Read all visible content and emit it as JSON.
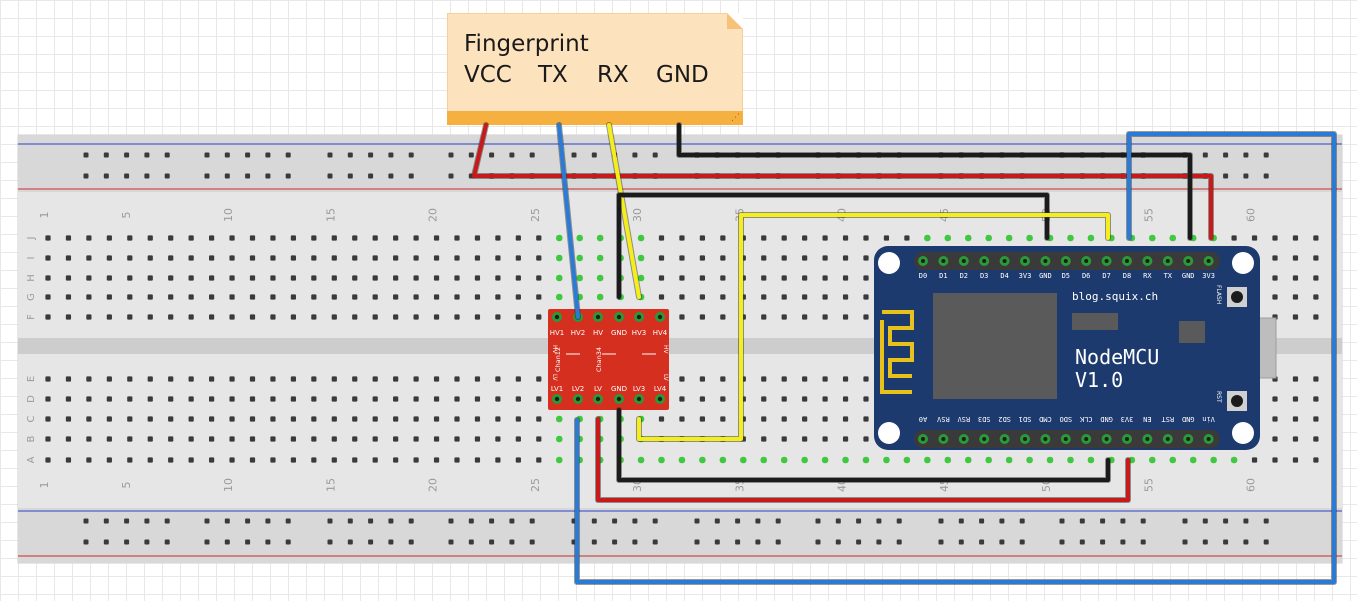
{
  "note": {
    "title": "Fingerprint",
    "pins": [
      "VCC",
      "TX",
      "RX",
      "GND"
    ]
  },
  "breadboard": {
    "column_numbers": [
      "1",
      "5",
      "10",
      "15",
      "20",
      "25",
      "30",
      "35",
      "40",
      "45",
      "50",
      "55",
      "60"
    ],
    "row_letters_top": [
      "J",
      "I",
      "H",
      "G",
      "F"
    ],
    "row_letters_bottom": [
      "E",
      "D",
      "C",
      "B",
      "A"
    ]
  },
  "level_shifter": {
    "top_labels": [
      "HV1",
      "HV2",
      "HV",
      "GND",
      "HV3",
      "HV4"
    ],
    "bottom_labels": [
      "LV1",
      "LV2",
      "LV",
      "GND",
      "LV3",
      "LV4"
    ],
    "side_top": "HV",
    "side_bottom": "LV",
    "channel_labels": [
      "Chan12",
      "Chan34"
    ],
    "color": "#d42f1f"
  },
  "nodemcu": {
    "top_pins": [
      "D0",
      "D1",
      "D2",
      "D3",
      "D4",
      "3V3",
      "GND",
      "D5",
      "D6",
      "D7",
      "D8",
      "RX",
      "TX",
      "GND",
      "3V3"
    ],
    "bottom_pins": [
      "A0",
      "RSV",
      "RSV",
      "SD3",
      "SD2",
      "SD1",
      "CMD",
      "SDO",
      "CLK",
      "GND",
      "3V3",
      "EN",
      "RST",
      "GND",
      "Vin"
    ],
    "site": "blog.squix.ch",
    "name_line1": "NodeMCU",
    "name_line2": "V1.0",
    "flash_label": "FLASH",
    "reset_label": "RST",
    "color": "#1d3a6e"
  },
  "wire_colors": {
    "red": "#c8191b",
    "black": "#1b1b1b",
    "blue": "#2a7bd6",
    "yellow": "#f6ee18"
  }
}
